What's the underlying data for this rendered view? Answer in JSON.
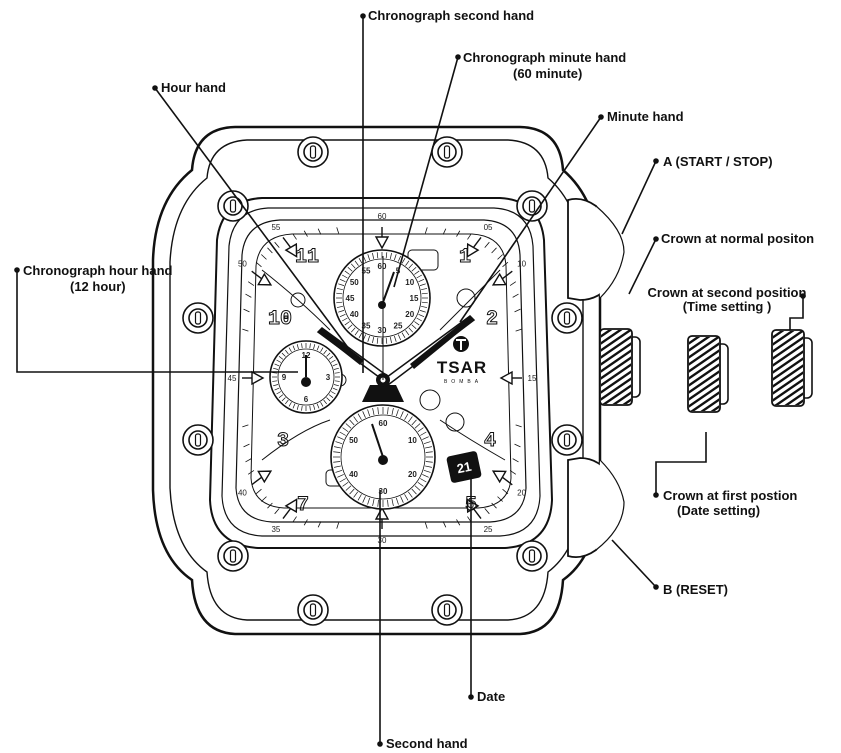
{
  "labels": {
    "chrono_second_hand": "Chronograph second hand",
    "chrono_minute_hand": "Chronograph minute hand",
    "chrono_minute_hand_sub": "(60 minute)",
    "hour_hand": "Hour hand",
    "minute_hand": "Minute hand",
    "button_a": "A (START / STOP)",
    "crown_normal": "Crown at normal positon",
    "crown_second": "Crown at second position",
    "crown_second_sub": "(Time setting )",
    "chrono_hour_hand": "Chronograph hour hand",
    "chrono_hour_hand_sub": "(12 hour)",
    "crown_first": "Crown at first postion",
    "crown_first_sub": "(Date setting)",
    "button_b": "B (RESET)",
    "date": "Date",
    "second_hand": "Second hand"
  },
  "dial": {
    "brand": "TSAR",
    "brand_sub": "BOMBA",
    "date_value": "21",
    "hour_indices": [
      "11",
      "10",
      "1",
      "2",
      "3",
      "4",
      "5",
      "7"
    ],
    "minute_marks": [
      "55",
      "60",
      "05",
      "10",
      "15",
      "20",
      "25",
      "30",
      "35",
      "40",
      "45",
      "50"
    ],
    "top_subdial_numbers": [
      "60",
      "5",
      "10",
      "15",
      "20",
      "25",
      "30",
      "35",
      "40",
      "45",
      "50",
      "55"
    ],
    "bottom_subdial_numbers": [
      "60",
      "10",
      "20",
      "30",
      "40",
      "50"
    ],
    "left_subdial_numbers": [
      "12",
      "3",
      "6",
      "9"
    ]
  }
}
